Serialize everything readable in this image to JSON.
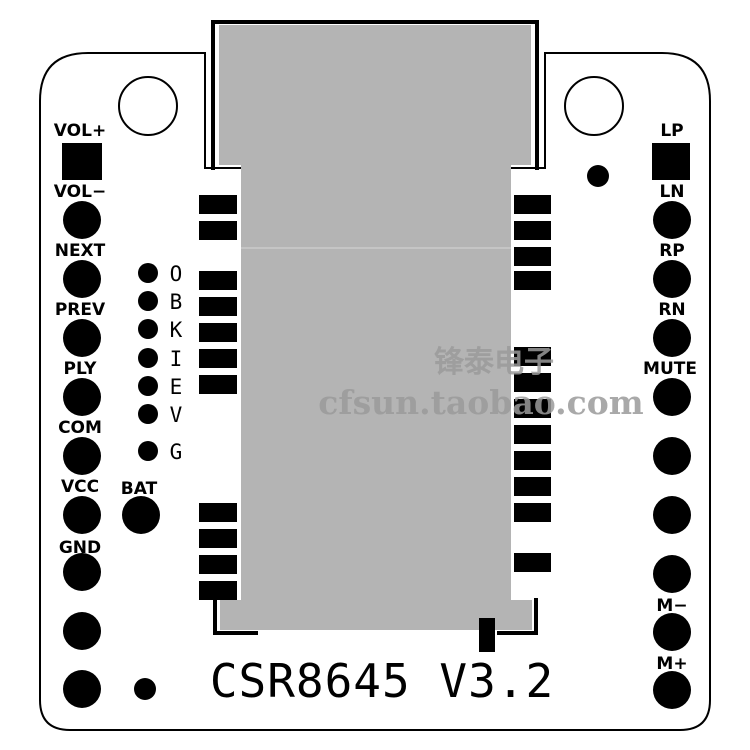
{
  "board": {
    "name": "CSR8645 V3.2",
    "watermark_line1": "锋泰电子",
    "watermark_line2": "cfsun.taobao.com",
    "colors": {
      "outline": "#000000",
      "module": "#b4b4b4",
      "pad": "#000000",
      "watermark": "#9a9a9a"
    }
  },
  "left_pins": [
    "VOL+",
    "VOL−",
    "NEXT",
    "PREV",
    "PLY",
    "COM",
    "VCC",
    "GND"
  ],
  "right_pins": [
    "LP",
    "LN",
    "RP",
    "RN",
    "MUTE",
    "M−",
    "M+"
  ],
  "center_column_labels": [
    "O",
    "B",
    "K",
    "I",
    "E",
    "V",
    "G"
  ],
  "bat_label": "BAT"
}
